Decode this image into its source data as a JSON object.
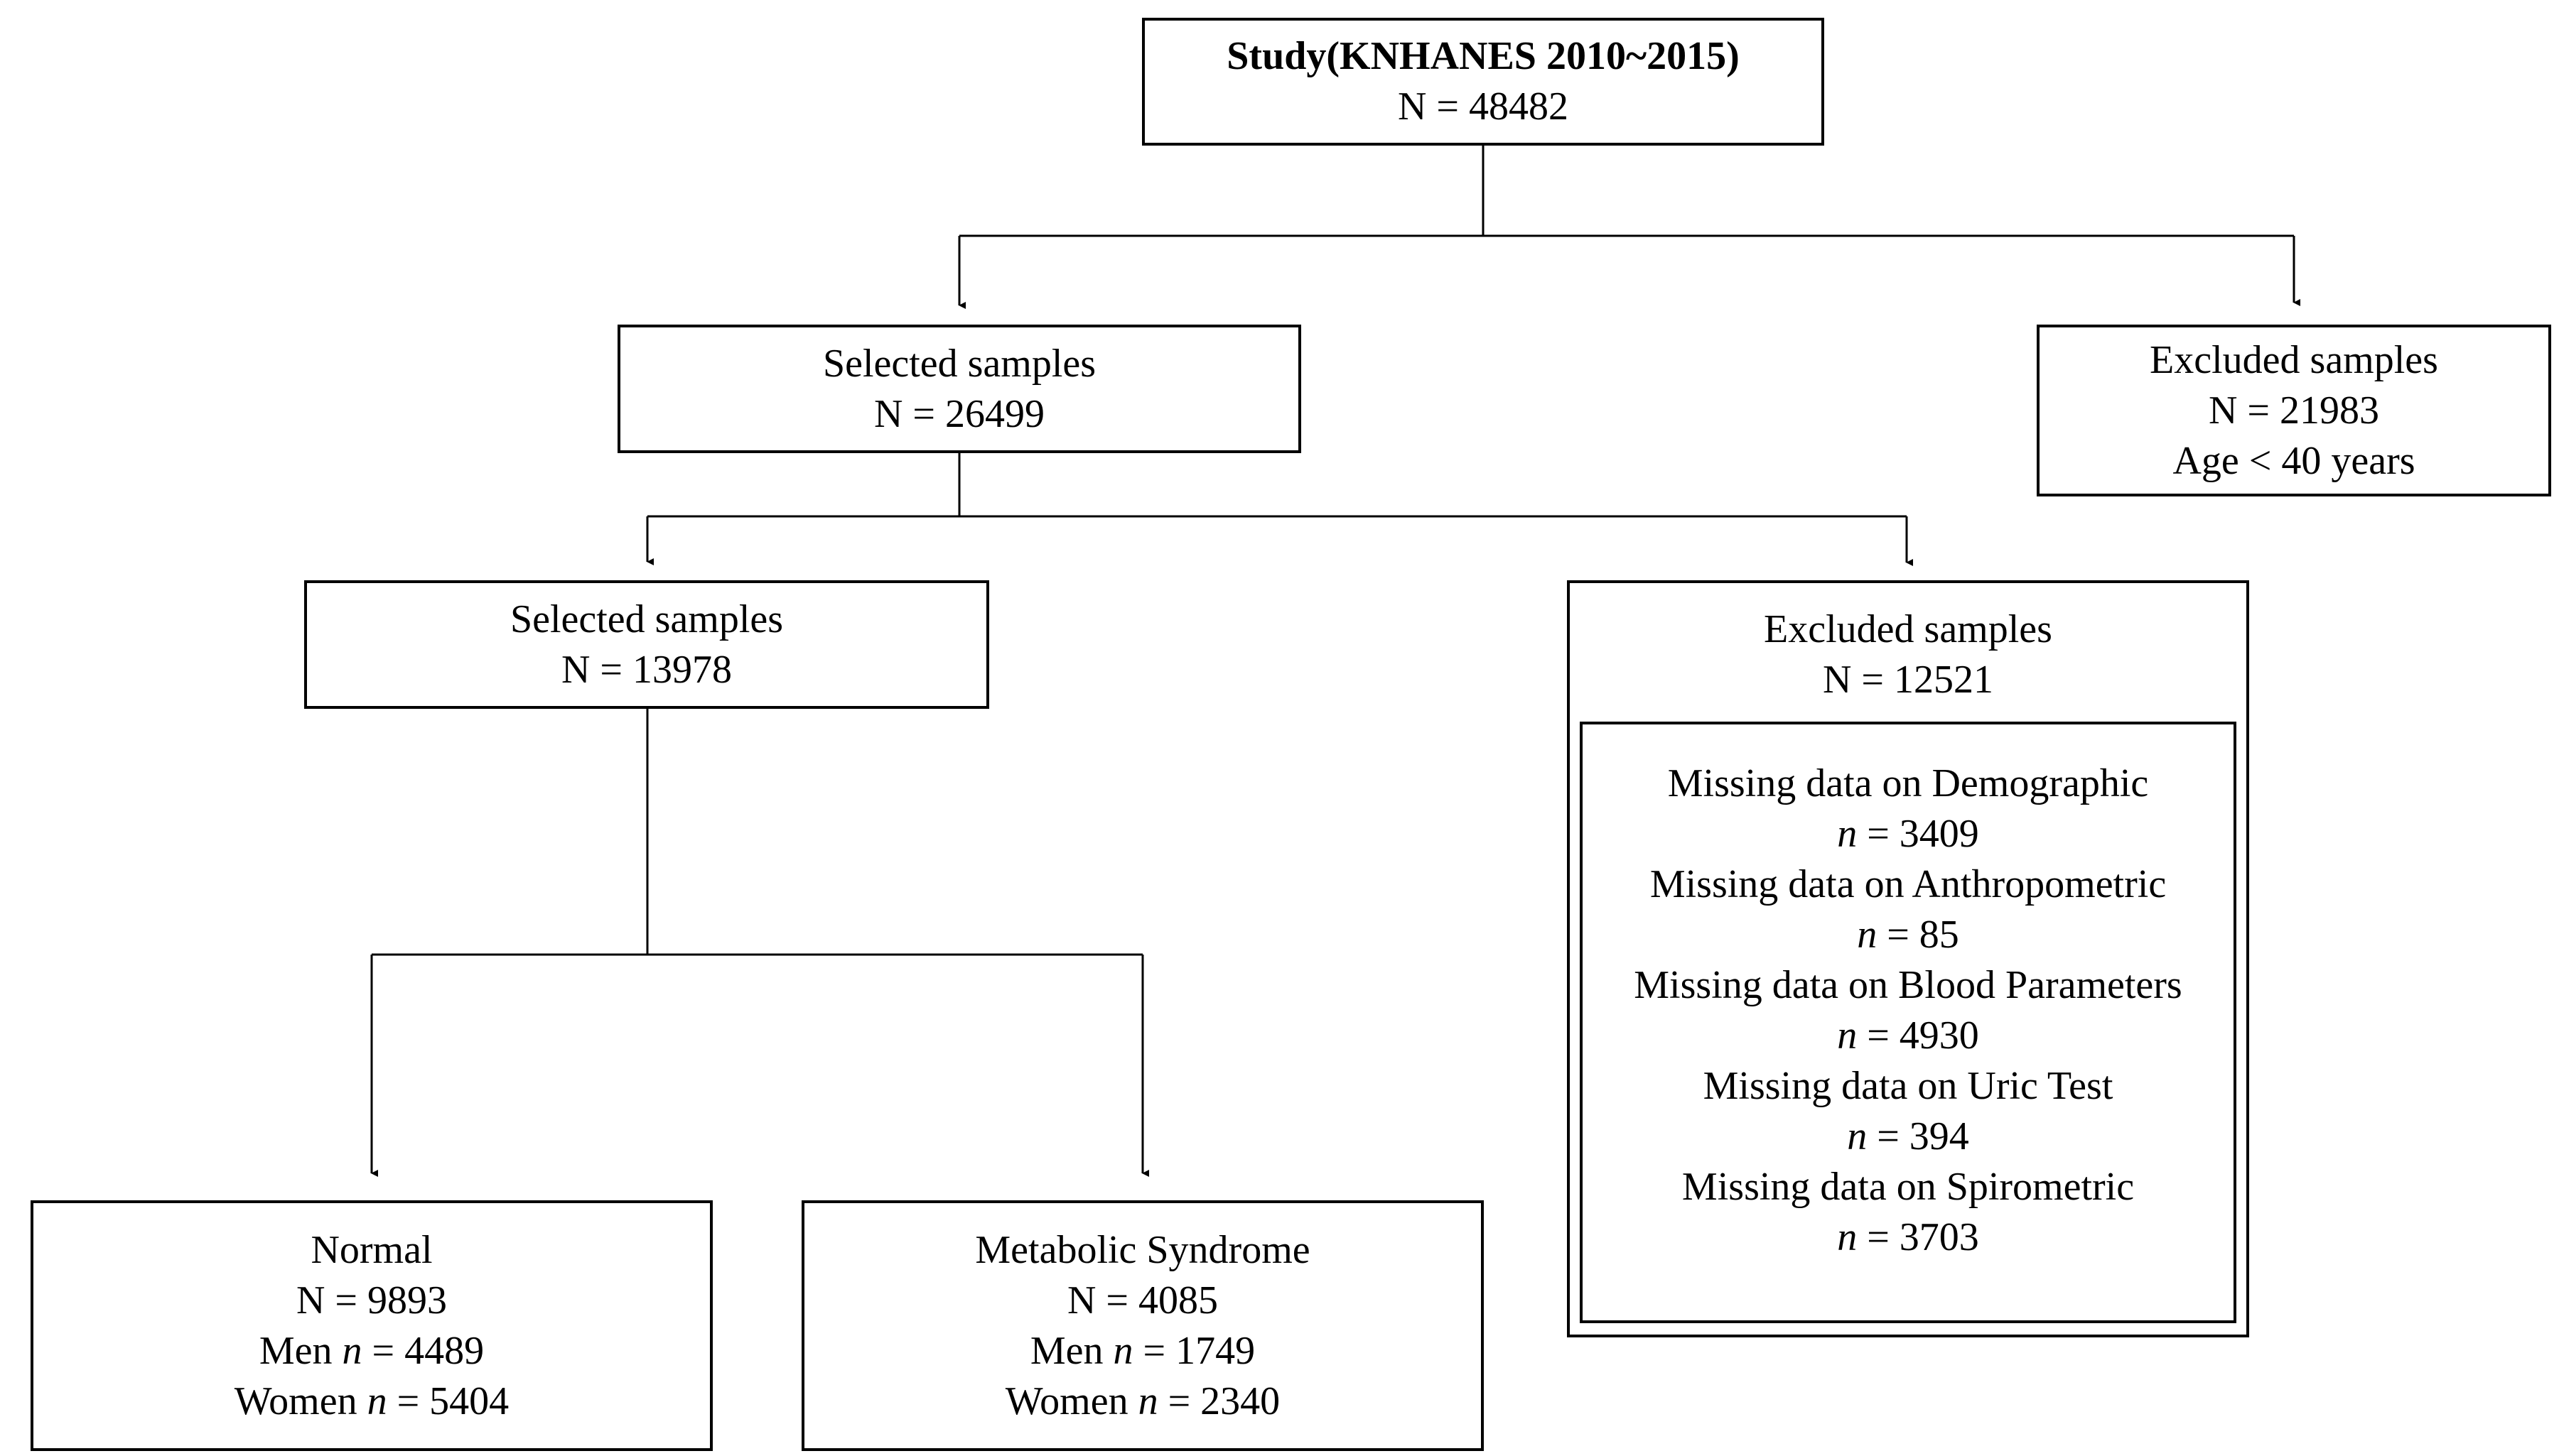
{
  "study": {
    "title": "Study(KNHANES 2010~2015)",
    "n": "N = 48482"
  },
  "selected1": {
    "label": "Selected samples",
    "n": "N = 26499"
  },
  "excluded1": {
    "label": "Excluded samples",
    "n": "N = 21983",
    "reason": "Age < 40 years"
  },
  "selected2": {
    "label": "Selected samples",
    "n": "N = 13978"
  },
  "excluded2": {
    "label": "Excluded samples",
    "n": "N = 12521",
    "items": [
      {
        "label": "Missing data on Demographic",
        "n_prefix": "n",
        "n_value": " = 3409"
      },
      {
        "label": "Missing data on Anthropometric",
        "n_prefix": "n",
        "n_value": " = 85"
      },
      {
        "label": "Missing data on Blood Parameters",
        "n_prefix": "n",
        "n_value": " = 4930"
      },
      {
        "label": "Missing data on Uric Test",
        "n_prefix": "n",
        "n_value": " = 394"
      },
      {
        "label": "Missing data on Spirometric",
        "n_prefix": "n",
        "n_value": " = 3703"
      }
    ]
  },
  "normal": {
    "label": "Normal",
    "n": "N = 9893",
    "men_label": "Men ",
    "men_n": "n",
    "men_value": " = 4489",
    "women_label": "Women ",
    "women_n": "n",
    "women_value": " = 5404"
  },
  "metabolic": {
    "label": "Metabolic Syndrome",
    "n": "N = 4085",
    "men_label": "Men ",
    "men_n": "n",
    "men_value": " = 1749",
    "women_label": "Women ",
    "women_n": "n",
    "women_value": " = 2340"
  }
}
